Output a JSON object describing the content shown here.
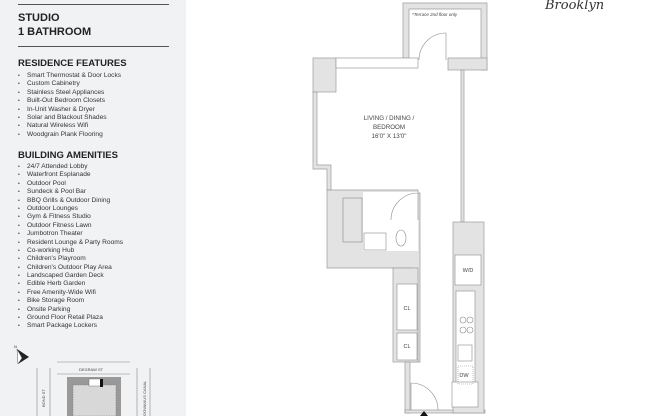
{
  "unit": {
    "type": "STUDIO",
    "baths": "1 BATHROOM"
  },
  "residence": {
    "heading": "RESIDENCE FEATURES",
    "items": [
      "Smart Thermostat & Door Locks",
      "Custom Cabinetry",
      "Stainless Steel Appliances",
      "Built-Out Bedroom Closets",
      "In-Unit Washer & Dryer",
      "Solar and Blackout Shades",
      "Natural Wireless Wifi",
      "Woodgrain Plank Flooring"
    ]
  },
  "amenities": {
    "heading": "BUILDING AMENITIES",
    "items": [
      "24/7 Attended Lobby",
      "Waterfront Esplanade",
      "Outdoor Pool",
      "Sundeck & Pool Bar",
      "BBQ Grills & Outdoor Dining",
      "Outdoor Lounges",
      "Gym & Fitness Studio",
      "Outdoor Fitness Lawn",
      "Jumbotron Theater",
      "Resident Lounge & Party Rooms",
      "Co-working Hub",
      "Children's Playroom",
      "Children's Outdoor Play Area",
      "Landscaped Garden Deck",
      "Edible Herb Garden",
      "Free Amenity-Wide Wifi",
      "Bike Storage Room",
      "Onsite Parking",
      "Ground Floor Retail Plaza",
      "Smart Package Lockers"
    ]
  },
  "map": {
    "north": "N",
    "streets": {
      "top": "DEGRAW ST",
      "left": "BOND ST",
      "right": "GOWANUS CANAL"
    }
  },
  "plan": {
    "terrace_note": "*Terrace 2nd floor only",
    "room_name_1": "LIVING / DINING /",
    "room_name_2": "BEDROOM",
    "room_dims": "16'0\" X 13'0\"",
    "closet1": "CL",
    "closet2": "CL",
    "washer": "W/D",
    "dishwasher": "DW"
  },
  "brand": "Brooklyn",
  "colors": {
    "panel": "#f1f2f3",
    "wall": "#e3e3e3",
    "line": "#9a9a9a"
  }
}
